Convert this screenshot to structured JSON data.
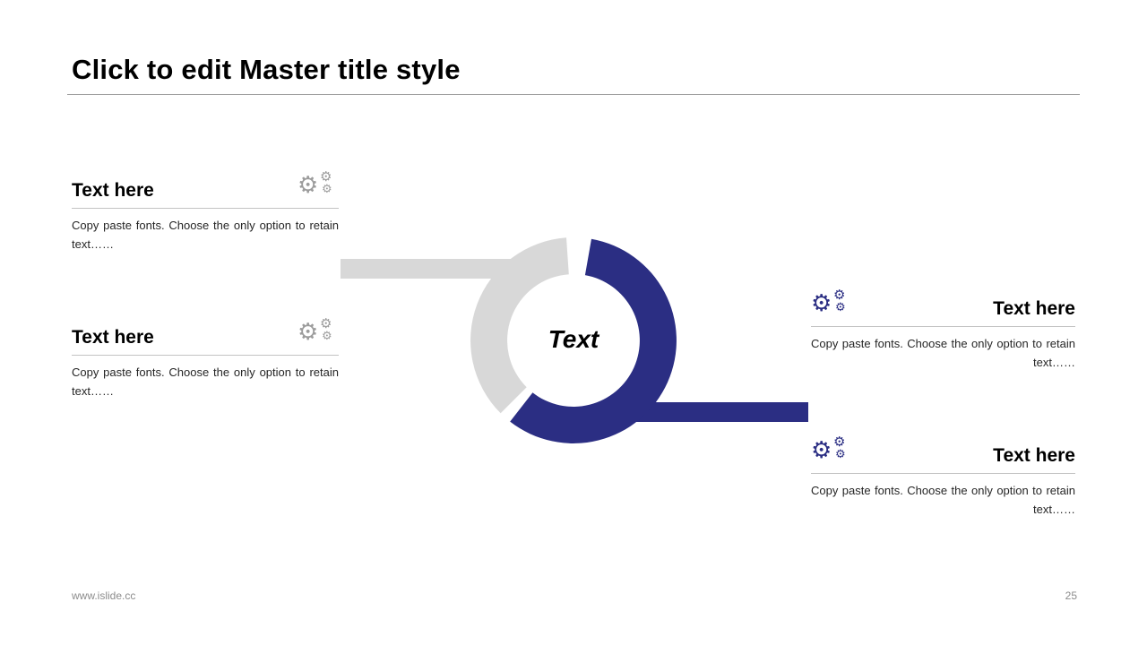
{
  "title": "Click to edit Master title style",
  "diagram": {
    "center_label": "Text"
  },
  "blocks": {
    "left": [
      {
        "heading": "Text here",
        "body": "Copy paste fonts. Choose the only option to retain text……"
      },
      {
        "heading": "Text here",
        "body": "Copy paste fonts. Choose the only option to retain text……"
      }
    ],
    "right": [
      {
        "heading": "Text here",
        "body": "Copy paste fonts. Choose the only option to retain text……"
      },
      {
        "heading": "Text here",
        "body": "Copy paste fonts. Choose the only option to retain text……"
      }
    ]
  },
  "footer": {
    "website": "www.islide.cc",
    "page_number": "25"
  },
  "colors": {
    "navy": "#2b2e83",
    "gray": "#d8d8d8",
    "icon_gray": "#9c9c9c",
    "rule_gray": "#c3c3c3"
  },
  "icons": {
    "gear_glyph": "⚙"
  }
}
